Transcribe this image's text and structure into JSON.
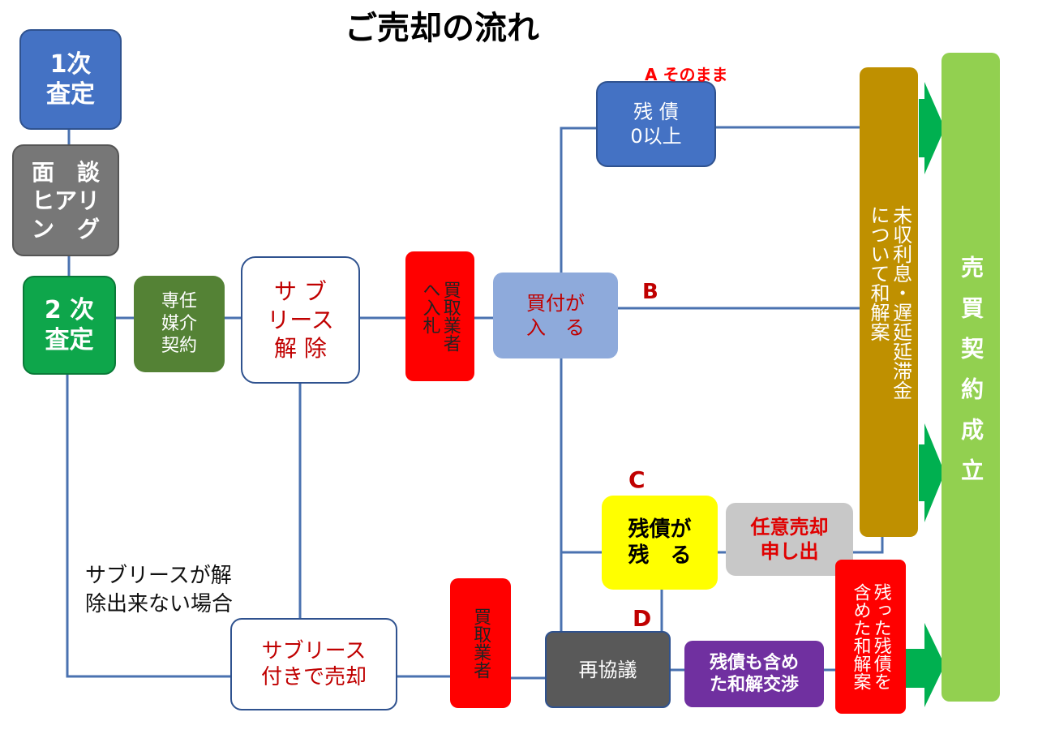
{
  "title": "ご売却の流れ",
  "steps": {
    "first_assessment": "1次\n査定",
    "interview": "面　談\nヒアリ\nン　グ",
    "second_assessment": "2 次\n査定",
    "exclusive_contract": "専任\n媒介\n契約",
    "sublease_release": "サ ブ\nリース\n解 除",
    "buyer_bid": "買取業者\nへ入札",
    "offer_arrives": "買付が\n入　る",
    "debt_zero": "残 債\n0以上",
    "debt_remains": "残債が\n残　る",
    "voluntary_sale": "任意売却\n申し出",
    "interest_settlement": "未収利息・遅延延滞金\nについて和解案",
    "sale_contract": "売買契約成立",
    "remaining_debt_settlement": "残った残債を\n含めた和解案",
    "sell_with_sublease": "サブリース\n付きで売却",
    "buyer": "買取業者",
    "renegotiation": "再協議",
    "debt_negotiation": "残債も含め\nた和解交渉"
  },
  "labels": {
    "a_as_is": "A そのまま",
    "b": "B",
    "c": "C",
    "d": "D",
    "sublease_note": "サブリースが解\n除出来ない場合"
  },
  "colors": {
    "line": "#4a72b0",
    "blue": "#4472c4",
    "gray": "#777777",
    "green": "#0ea64b",
    "olive": "#548235",
    "red": "#ff0000",
    "light_blue": "#8eaadb",
    "yellow": "#ffff00",
    "light_gray": "#c8c8c8",
    "gold": "#bf9000",
    "light_green": "#92d050",
    "dark_gray": "#595959",
    "purple": "#7030a0",
    "arrow_green": "#00b050"
  }
}
